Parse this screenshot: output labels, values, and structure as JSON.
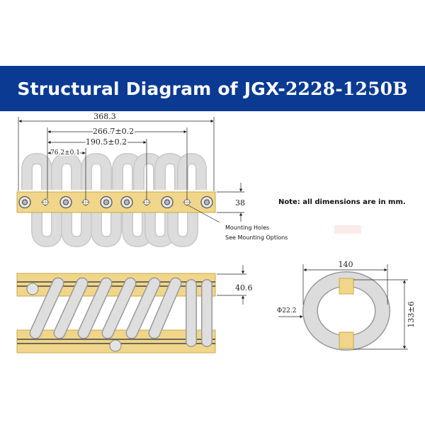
{
  "header": {
    "title_prefix": "Structural Diagram of JGX-",
    "model_number": "2228-1250B",
    "background_color": "#0b3a93"
  },
  "top_view": {
    "dim_overall": "368.3",
    "dim_outer_holes": "266.7±0.2",
    "dim_middle_holes": "190.5±0.2",
    "dim_inner_holes": "76.2±0.1",
    "dim_height": "38"
  },
  "callout": {
    "line1": "Mounting Holes",
    "line2": "See Mounting Options"
  },
  "note": "Note: all dimensions are in mm.",
  "side_view": {
    "dim_height": "40.6"
  },
  "end_view": {
    "dim_width": "140",
    "dim_height": "133±6",
    "dim_wire": "Φ22.2"
  },
  "colors": {
    "plate": "#f0d68a",
    "plate_edge": "#c9a84a",
    "coil": "#d6d6d6",
    "coil_edge": "#9a9a9a"
  }
}
